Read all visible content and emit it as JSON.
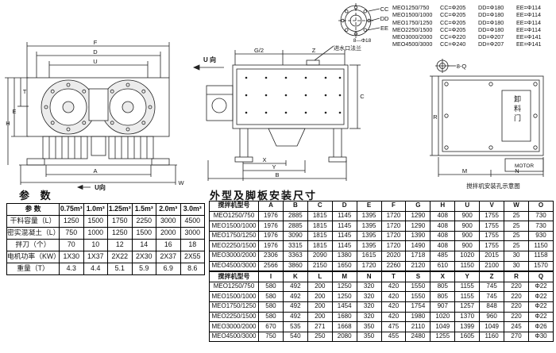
{
  "page": {
    "params_title": "参  数",
    "dims_title": "外型及脚板安装尺寸",
    "install_caption": "搅拌机安装孔示意图",
    "inlet_flange_label": "进水口法兰",
    "discharge_door_label": "卸料门",
    "motor_label": "MOTOR"
  },
  "front_view": {
    "dims": {
      "top1": "F",
      "top2": "D",
      "top3": "U",
      "left1": "T",
      "left2": "E",
      "left3": "H",
      "bottom1": "A",
      "bottom2": "W",
      "direction": "U向"
    }
  },
  "side_view": {
    "dims": {
      "top_left": "G/2",
      "top_right": "Z",
      "right": "C",
      "bottom1": "X",
      "bottom2": "Y",
      "bottom3": "B",
      "direction": "U 向"
    }
  },
  "flange_detail": {
    "labels": [
      "CC",
      "DD",
      "EE"
    ],
    "holes_label": "8—Φ18"
  },
  "install_diagram": {
    "holes_label": "8-Q",
    "dims": {
      "left": "R",
      "bottom_left": "M",
      "bottom_right": "N"
    }
  },
  "flange_specs": [
    [
      "MEO1250/750",
      "CC=Φ205",
      "DD=Φ180",
      "EE=Φ114"
    ],
    [
      "MEO1500/1000",
      "CC=Φ205",
      "DD=Φ180",
      "EE=Φ114"
    ],
    [
      "MEO1750/1250",
      "CC=Φ205",
      "DD=Φ180",
      "EE=Φ114"
    ],
    [
      "MEO2250/1500",
      "CC=Φ205",
      "DD=Φ180",
      "EE=Φ114"
    ],
    [
      "MEO3000/2000",
      "CC=Φ220",
      "DD=Φ207",
      "EE=Φ141"
    ],
    [
      "MEO4500/3000",
      "CC=Φ240",
      "DD=Φ207",
      "EE=Φ141"
    ]
  ],
  "params_table": {
    "headers": [
      "参  数",
      "0.75m³",
      "1.0m³",
      "1.25m³",
      "1.5m³",
      "2.0m³",
      "3.0m³"
    ],
    "rows": [
      [
        "干料容量（L）",
        "1250",
        "1500",
        "1750",
        "2250",
        "3000",
        "4500"
      ],
      [
        "密实混凝土（L）",
        "750",
        "1000",
        "1250",
        "1500",
        "2000",
        "3000"
      ],
      [
        "拌刀（个）",
        "70",
        "10",
        "12",
        "14",
        "16",
        "18"
      ],
      [
        "电机功率（KW）",
        "1X30",
        "1X37",
        "2X22",
        "2X30",
        "2X37",
        "2X55"
      ],
      [
        "重量（T）",
        "4.3",
        "4.4",
        "5.1",
        "5.9",
        "6.9",
        "8.6"
      ]
    ]
  },
  "dims_table_1": {
    "headers": [
      "搅拌机型号",
      "A",
      "B",
      "C",
      "D",
      "E",
      "F",
      "G",
      "H",
      "U",
      "V",
      "W",
      "O"
    ],
    "rows": [
      [
        "MEO1250/750",
        "1976",
        "2885",
        "1815",
        "1145",
        "1395",
        "1720",
        "1290",
        "408",
        "900",
        "1755",
        "25",
        "730"
      ],
      [
        "MEO1500/1000",
        "1976",
        "2885",
        "1815",
        "1145",
        "1395",
        "1720",
        "1290",
        "408",
        "900",
        "1755",
        "25",
        "730"
      ],
      [
        "MEO1750/1250",
        "1976",
        "3090",
        "1815",
        "1145",
        "1395",
        "1720",
        "1390",
        "408",
        "900",
        "1755",
        "25",
        "930"
      ],
      [
        "MEO2250/1500",
        "1976",
        "3315",
        "1815",
        "1145",
        "1395",
        "1720",
        "1490",
        "408",
        "900",
        "1755",
        "25",
        "1150"
      ],
      [
        "MEO3000/2000",
        "2306",
        "3363",
        "2090",
        "1380",
        "1615",
        "2020",
        "1718",
        "485",
        "1020",
        "2015",
        "30",
        "1158"
      ],
      [
        "MEO4500/3000",
        "2566",
        "3860",
        "2150",
        "1650",
        "1720",
        "2260",
        "2120",
        "610",
        "1150",
        "2100",
        "30",
        "1570"
      ]
    ]
  },
  "dims_table_2": {
    "headers": [
      "搅拌机型号",
      "I",
      "K",
      "L",
      "M",
      "N",
      "T",
      "S",
      "X",
      "Y",
      "Z",
      "R",
      "Q"
    ],
    "rows": [
      [
        "MEO1250/750",
        "580",
        "492",
        "200",
        "1250",
        "320",
        "420",
        "1550",
        "805",
        "1155",
        "745",
        "220",
        "Φ22"
      ],
      [
        "MEO1500/1000",
        "580",
        "492",
        "200",
        "1250",
        "320",
        "420",
        "1550",
        "805",
        "1155",
        "745",
        "220",
        "Φ22"
      ],
      [
        "MEO1750/1250",
        "580",
        "492",
        "200",
        "1454",
        "320",
        "420",
        "1754",
        "907",
        "1257",
        "848",
        "220",
        "Φ22"
      ],
      [
        "MEO2250/1500",
        "580",
        "492",
        "200",
        "1680",
        "320",
        "420",
        "1980",
        "1020",
        "1370",
        "960",
        "220",
        "Φ22"
      ],
      [
        "MEO3000/2000",
        "670",
        "535",
        "271",
        "1668",
        "350",
        "475",
        "2110",
        "1049",
        "1399",
        "1049",
        "245",
        "Φ26"
      ],
      [
        "MEO4500/3000",
        "750",
        "540",
        "250",
        "2080",
        "350",
        "455",
        "2480",
        "1255",
        "1605",
        "1160",
        "270",
        "Φ30"
      ]
    ]
  }
}
